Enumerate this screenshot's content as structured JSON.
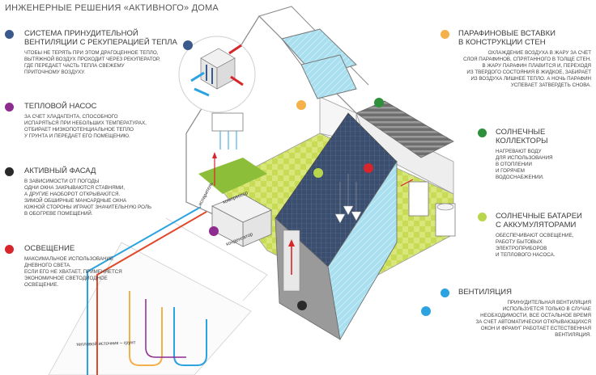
{
  "title": "ИНЖЕНЕРНЫЕ РЕШЕНИЯ «АКТИВНОГО» ДОМА",
  "colors": {
    "blue_dark": "#3a5a8c",
    "purple": "#8e2b8e",
    "black": "#2a2a2a",
    "red": "#d6262b",
    "orange": "#f4b04a",
    "green": "#2f8f3a",
    "lime": "#b7d64b",
    "sky": "#2aa3e0"
  },
  "left_items": [
    {
      "title_lines": [
        "СИСТЕМА ПРИНУДИТЕЛЬНОЙ",
        "ВЕНТИЛЯЦИИ С РЕКУПЕРАЦИЕЙ ТЕПЛА"
      ],
      "text_lines": [
        "ЧТОБЫ НЕ ТЕРЯТЬ ПРИ ЭТОМ ДРАГОЦЕННОЕ ТЕПЛО,",
        "ВЫТЯЖНОЙ ВОЗДУХ ПРОХОДИТ ЧЕРЕЗ РЕКУПЕРАТОР,",
        "ГДЕ ПЕРЕДАЕТ ЧАСТЬ ТЕПЛА СВЕЖЕМУ",
        "ПРИТОЧНОМУ ВОЗДУХУ."
      ]
    },
    {
      "title_lines": [
        "ТЕПЛОВОЙ НАСОС"
      ],
      "text_lines": [
        "ЗА СЧЕТ ХЛАДАГЕНТА, СПОСОБНОГО",
        "ИСПАРЯТЬСЯ ПРИ НЕБОЛЬШИХ ТЕМПЕРАТУРАХ,",
        "ОТБИРАЕТ НИЗКОПОТЕНЦИАЛЬНОЕ ТЕПЛО",
        "У ГРУНТА И ПЕРЕДАЕТ ЕГО ПОМЕЩЕНИЮ."
      ]
    },
    {
      "title_lines": [
        "АКТИВНЫЙ ФАСАД"
      ],
      "text_lines": [
        "В ЗАВИСИМОСТИ ОТ ПОГОДЫ",
        "ОДНИ ОКНА ЗАКРЫВАЮТСЯ СТАВНЯМИ,",
        "А ДРУГИЕ НАОБОРОТ ОТКРЫВАЮТСЯ.",
        "ЗИМОЙ ОБШИРНЫЕ МАНСАРДНЫЕ ОКНА",
        "ЮЖНОЙ СТОРОНЫ ИГРАЮТ ЗНАЧИТЕЛЬНУЮ РОЛЬ",
        "В ОБОГРЕВЕ ПОМЕЩЕНИЙ."
      ]
    },
    {
      "title_lines": [
        "ОСВЕЩЕНИЕ"
      ],
      "text_lines": [
        "МАКСИМАЛЬНОЕ ИСПОЛЬЗОВАНИЕ",
        "ДНЕВНОГО СВЕТА.",
        "ЕСЛИ ЕГО НЕ ХВАТАЕТ, ПРИМЕНЯЕТСЯ",
        "ЭКОНОМИЧНОЕ СВЕТОДИОДНОЕ",
        "ОСВЕЩЕНИЕ."
      ]
    }
  ],
  "right_items": [
    {
      "title_lines": [
        "ПАРАФИНОВЫЕ ВСТАВКИ",
        "В КОНСТРУКЦИИ СТЕН"
      ],
      "text_lines": [
        "ОХЛАЖДЕНИЕ ВОЗДУХА В ЖАРУ ЗА СЧЕТ",
        "СЛОЯ ПАРАФИНОВ, СПРЯТАННОГО В ТОЛЩЕ СТЕН.",
        "В ЖАРУ ПАРАФИН ПЛАВИТСЯ И, ПЕРЕХОДЯ",
        "ИЗ ТВЕРДОГО СОСТОЯНИЯ В ЖИДКОЕ, ЗАБИРАЕТ",
        "ИЗ ВОЗДУХА ЛИШНЕЕ ТЕПЛО. А НОЧЬ ПАРАФИН",
        "УСПЕВАЕТ ЗАТВЕРДЕТЬ СНОВА."
      ]
    },
    {
      "title_lines": [
        "СОЛНЕЧНЫЕ",
        "КОЛЛЕКТОРЫ"
      ],
      "text_lines": [
        "НАГРЕВАЮТ ВОДУ",
        "ДЛЯ ИСПОЛЬЗОВАНИЯ",
        "В ОТОПЛЕНИИ",
        "И ГОРЯЧЕМ",
        "ВОДОСНАБЖЕНИИ."
      ]
    },
    {
      "title_lines": [
        "СОЛНЕЧНЫЕ БАТАРЕИ",
        "С АККУМУЛЯТОРАМИ"
      ],
      "text_lines": [
        "ОБЕСПЕЧИВАЮТ ОСВЕЩЕНИЕ,",
        "РАБОТУ БЫТОВЫХ",
        "ЭЛЕКТРОПРИБОРОВ",
        "И ТЕПЛОВОГО НАСОСА."
      ]
    },
    {
      "title_lines": [
        "ВЕНТИЛЯЦИЯ"
      ],
      "text_lines": [
        "ПРИНУДИТЕЛЬНАЯ ВЕНТИЛЯЦИЯ",
        "ИСПОЛЬЗУЕТСЯ ТОЛЬКО В СЛУЧАЕ",
        "НЕОБХОДИМОСТИ, ВСЕ ОСТАЛЬНОЕ ВРЕМЯ",
        "ЗА СЧЕТ АВТОМАТИЧЕСКИ ОТКРЫВАЮЩИХСЯ",
        "ОКОН И ФРАМУГ РАБОТАЕТ ЕСТЕСТВЕННАЯ",
        "ВЕНТИЛЯЦИЯ."
      ]
    }
  ],
  "labels": {
    "evaporator": "испаритель",
    "compressor": "компрессор",
    "condenser": "конденсатор",
    "ground_source": "тепловой источник – грунт"
  }
}
